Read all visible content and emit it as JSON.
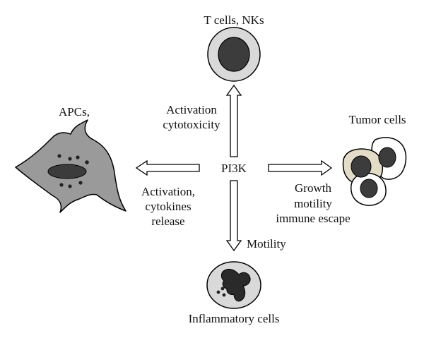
{
  "center_label": "PI3K",
  "targets": {
    "t_cells": {
      "title": "T cells, NKs",
      "effect_lines": [
        "Activation",
        "cytotoxicity"
      ]
    },
    "apcs": {
      "title": "APCs,",
      "effect_lines": [
        "Activation,",
        "cytokines",
        "release"
      ]
    },
    "tumor": {
      "title": "Tumor cells",
      "effect_lines": [
        "Growth",
        "motility",
        "immune escape"
      ]
    },
    "inflammatory": {
      "title": "Inflammatory cells",
      "effect_lines": [
        "Motility"
      ]
    }
  },
  "colors": {
    "cell_fill": "#d9d9d9",
    "nucleus": "#3c3c3c",
    "apc_body": "#9a9a9a",
    "tumor_highlight": "#e3ddc8",
    "arrow_fill": "#ffffff",
    "stroke": "#000000"
  }
}
